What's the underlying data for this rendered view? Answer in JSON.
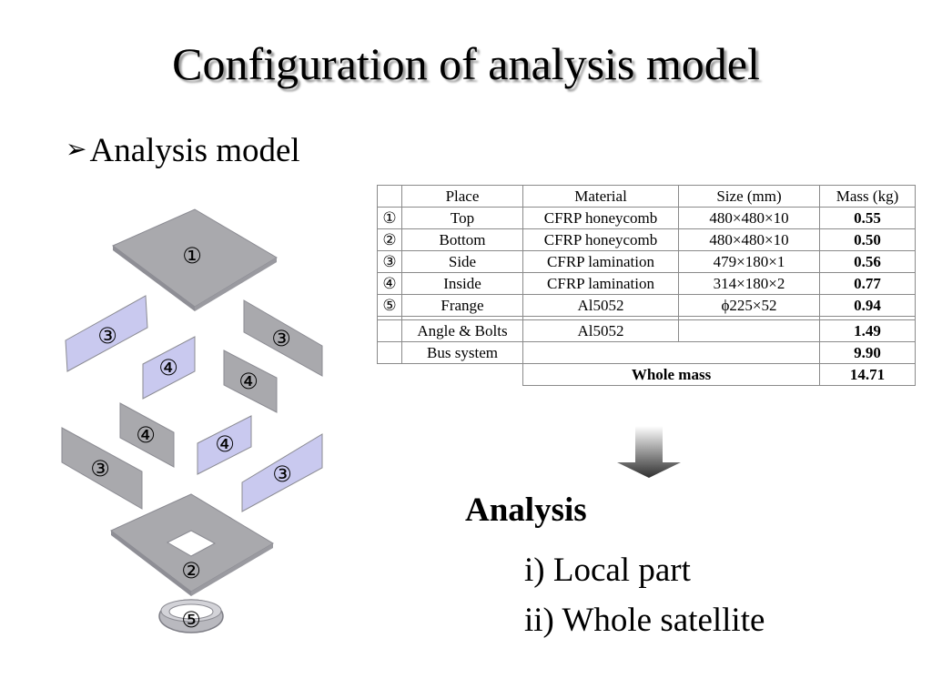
{
  "title": "Configuration of analysis model",
  "bullet": {
    "marker": "➢",
    "text": "Analysis model"
  },
  "diagram": {
    "labels": {
      "top": "①",
      "bottom": "②",
      "side": "③",
      "inside": "④",
      "frange": "⑤"
    },
    "colors": {
      "panel_gray": "#a9a9ad",
      "panel_blue": "#c9c9ef",
      "edge": "#8b8b92"
    }
  },
  "table": {
    "headers": [
      "",
      "Place",
      "Material",
      "Size (mm)",
      "Mass (kg)"
    ],
    "rows": [
      [
        "①",
        "Top",
        "CFRP honeycomb",
        "480×480×10",
        "0.55"
      ],
      [
        "②",
        "Bottom",
        "CFRP honeycomb",
        "480×480×10",
        "0.50"
      ],
      [
        "③",
        "Side",
        "CFRP lamination",
        "479×180×1",
        "0.56"
      ],
      [
        "④",
        "Inside",
        "CFRP lamination",
        "314×180×2",
        "0.77"
      ],
      [
        "⑤",
        "Frange",
        "Al5052",
        "ϕ225×52",
        "0.94"
      ],
      [
        "",
        "Angle & Bolts",
        "Al5052",
        "",
        "1.49"
      ],
      [
        "",
        "Bus system",
        "",
        "",
        "9.90"
      ]
    ],
    "total": {
      "label": "Whole mass",
      "value": "14.71"
    }
  },
  "analysis": {
    "heading": "Analysis",
    "items": [
      "i) Local part",
      "ii) Whole satellite"
    ]
  }
}
